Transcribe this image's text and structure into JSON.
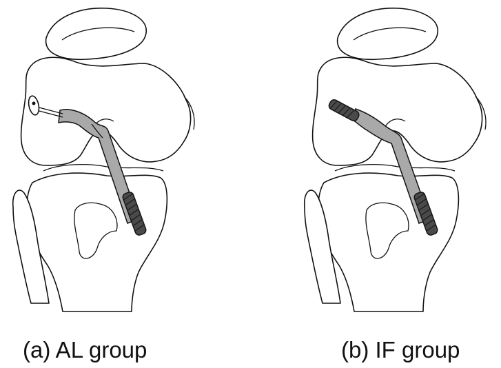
{
  "figures": [
    {
      "id": "a",
      "caption": "(a) AL group",
      "femoral_fixation": "button-icon",
      "tibial_fixation": "interference-screw-icon"
    },
    {
      "id": "b",
      "caption": "(b) IF group",
      "femoral_fixation": "interference-screw-icon",
      "tibial_fixation": "interference-screw-icon"
    }
  ],
  "colors": {
    "graft": "#a9a9a9",
    "screw": "#4a4a4a",
    "outline": "#111111"
  }
}
